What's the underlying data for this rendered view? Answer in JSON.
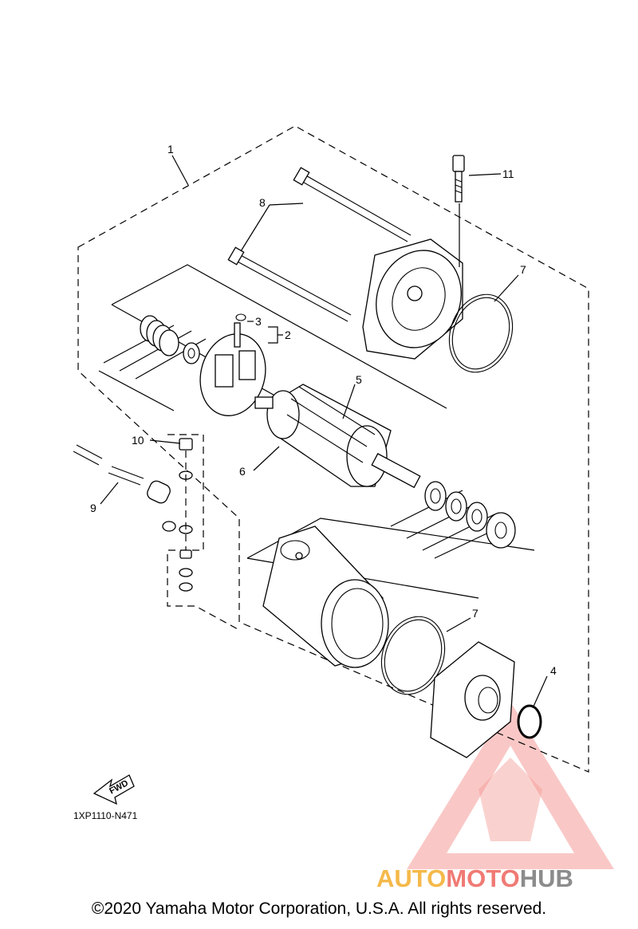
{
  "callouts": {
    "c1": "1",
    "c2": "2",
    "c3": "3",
    "c4": "4",
    "c5": "5",
    "c6": "6",
    "c7a": "7",
    "c7b": "7",
    "c8": "8",
    "c9": "9",
    "c10": "10",
    "c11": "11"
  },
  "fwd_label": "FWD",
  "diagram_code": "1XP1110-N471",
  "watermark": {
    "part1": "AUTO",
    "part2": "MOTO",
    "part3": "HUB",
    "colors": {
      "auto": "#f5b94a",
      "moto": "#f07a74",
      "hub": "#8c8c8c",
      "logo": "#f07a74"
    }
  },
  "copyright": "©2020 Yamaha Motor Corporation, U.S.A. All rights reserved."
}
